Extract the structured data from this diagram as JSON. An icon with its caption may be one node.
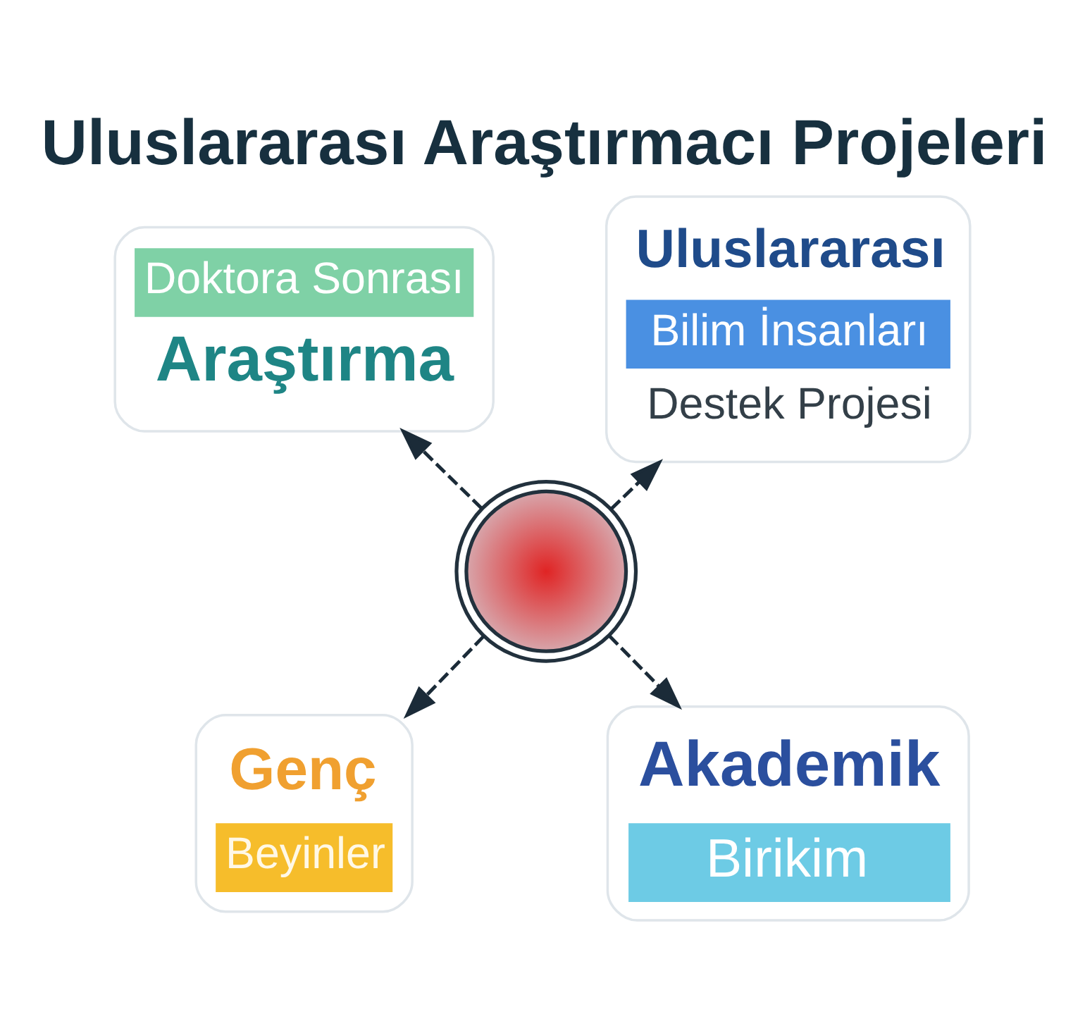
{
  "diagram": {
    "title": "Uluslararası Araştırmacı Projeleri",
    "nodes": [
      {
        "text": [],
        "shape": "picture"
      },
      {
        "text": [
          "Doktora Sonrası",
          "Araştırma"
        ]
      },
      {
        "text": [
          "Uluslararası",
          "Bilim İnsanları",
          "Destek Projesi"
        ]
      },
      {
        "text": [
          "Genç",
          "Beyinler"
        ]
      },
      {
        "text": [
          "Akademik",
          "Birikim"
        ]
      }
    ],
    "edges": [
      {
        "from": 0,
        "to": 1,
        "arrow": "to",
        "style": "dashed"
      },
      {
        "from": 0,
        "to": 2,
        "arrow": "to",
        "style": "dashed"
      },
      {
        "from": 0,
        "to": 3,
        "arrow": "to",
        "style": "dashed"
      },
      {
        "from": 0,
        "to": 4,
        "arrow": "to",
        "style": "dashed"
      }
    ]
  }
}
